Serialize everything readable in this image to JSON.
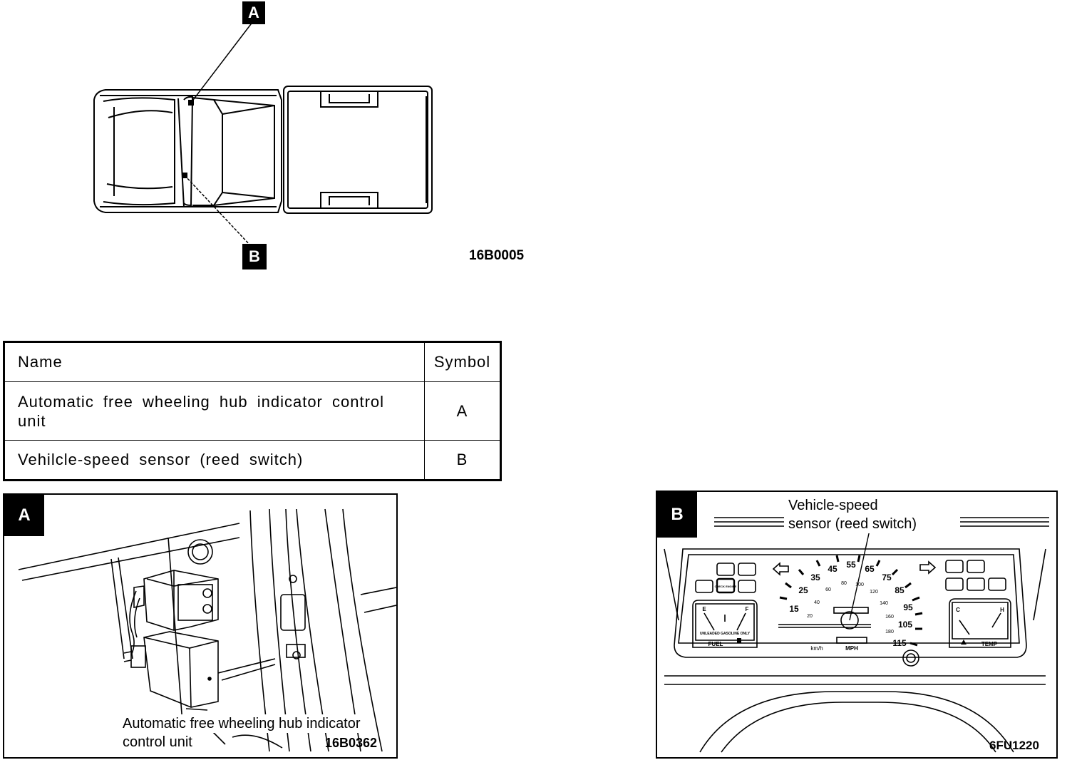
{
  "overview": {
    "callout_a": "A",
    "callout_b": "B",
    "figure_code": "16B0005"
  },
  "parts_table": {
    "headers": {
      "name": "Name",
      "symbol": "Symbol"
    },
    "rows": [
      {
        "name": "Automatic free wheeling hub indicator control unit",
        "symbol": "A"
      },
      {
        "name": "Vehilcle-speed sensor (reed switch)",
        "symbol": "B"
      }
    ]
  },
  "panel_a": {
    "tag": "A",
    "label_line1": "Automatic free wheeling hub indicator",
    "label_line2": "control unit",
    "figure_code": "16B0362"
  },
  "panel_b": {
    "tag": "B",
    "label_line1": "Vehicle-speed",
    "label_line2": "sensor (reed switch)",
    "figure_code": "6FU1220",
    "speedo_mph": [
      "15",
      "25",
      "35",
      "45",
      "55",
      "65",
      "75",
      "85",
      "95",
      "105",
      "115"
    ],
    "speedo_kmh": [
      "20",
      "40",
      "60",
      "80",
      "100",
      "120",
      "140",
      "160",
      "180"
    ],
    "fuel_label": "FUEL",
    "fuel_e": "E",
    "fuel_f": "F",
    "fuel_note": "UNLEADED GASOLINE ONLY",
    "temp_label": "TEMP",
    "temp_c": "C",
    "temp_h": "H",
    "mph_label": "MPH",
    "kmh_label": "km/h",
    "check_engine": "CHECK ENGINE"
  }
}
